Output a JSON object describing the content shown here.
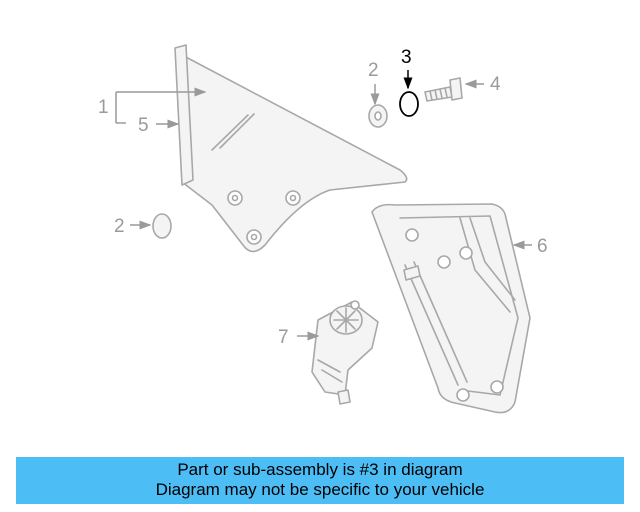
{
  "diagram": {
    "callouts": {
      "c1": "1",
      "c2_top": "2",
      "c2_left": "2",
      "c3": "3",
      "c4": "4",
      "c5": "5",
      "c6": "6",
      "c7": "7"
    },
    "highlight_color": "#000000",
    "part_color": "#a8a8a8"
  },
  "banner": {
    "line1": "Part or sub-assembly is #3 in diagram",
    "line2": "Diagram may not be specific to your vehicle",
    "background": "#4dbdf5"
  }
}
